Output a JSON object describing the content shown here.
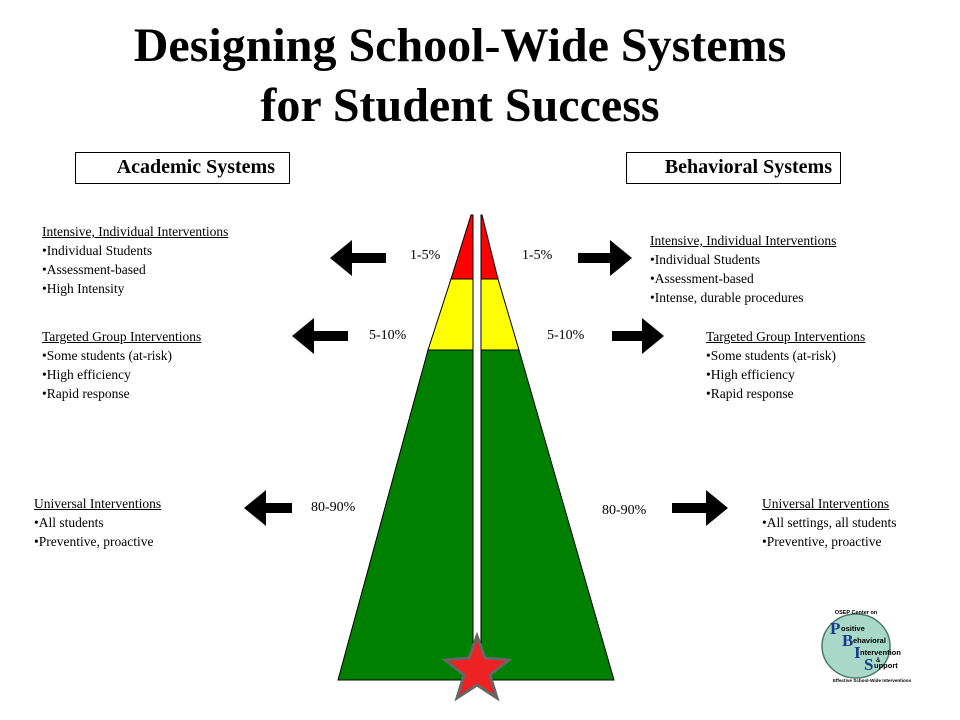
{
  "title": {
    "line1": "Designing School-Wide Systems",
    "line2": "for Student Success"
  },
  "academic": {
    "header": "Academic Systems",
    "tiers": [
      {
        "head": "Intensive, Individual Interventions",
        "items": [
          "Individual Students",
          "Assessment-based",
          "High Intensity"
        ],
        "percent": "1-5%"
      },
      {
        "head": "Targeted Group Interventions",
        "items": [
          "Some students (at-risk)",
          "High efficiency",
          "Rapid response"
        ],
        "percent": "5-10%"
      },
      {
        "head": "Universal Interventions",
        "items": [
          "All students",
          "Preventive,  proactive"
        ],
        "percent": "80-90%"
      }
    ]
  },
  "behavioral": {
    "header": "Behavioral Systems",
    "tiers": [
      {
        "head": "Intensive, Individual Interventions",
        "items": [
          "Individual Students",
          "Assessment-based",
          "Intense, durable procedures"
        ],
        "percent": "1-5%"
      },
      {
        "head": "Targeted Group Interventions",
        "items": [
          "Some students (at-risk)",
          "High efficiency",
          "Rapid response"
        ],
        "percent": "5-10%"
      },
      {
        "head": "Universal Interventions",
        "items": [
          "All settings, all students",
          "Preventive,  proactive"
        ],
        "percent": "80-90%"
      }
    ]
  },
  "colors": {
    "intensive": "#ff0000",
    "targeted": "#ffff00",
    "universal": "#008000",
    "star": "#ee2222"
  },
  "logo": {
    "top": "OSEP Center on",
    "letters": [
      "P",
      "B",
      "I",
      "S"
    ],
    "words": [
      "ositive",
      "ehavioral",
      "ntervention",
      "upport"
    ],
    "amp": "&",
    "bottom": "Effective School-Wide Interventions"
  }
}
